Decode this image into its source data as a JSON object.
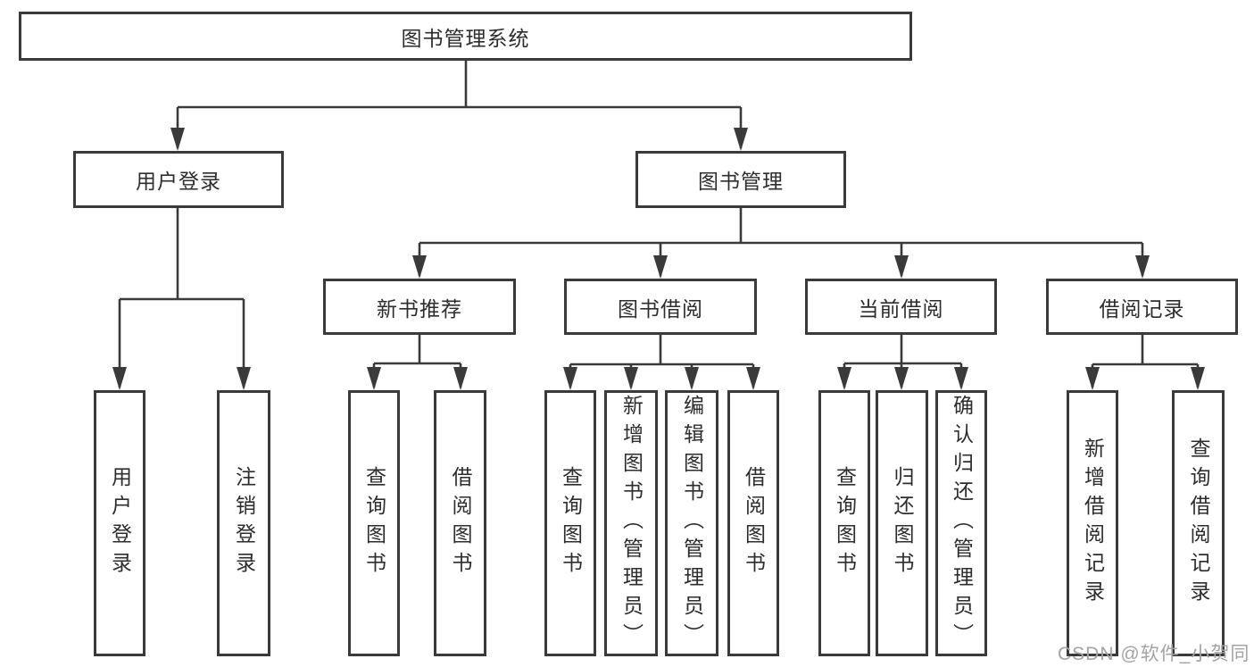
{
  "root": {
    "label": "图书管理系统"
  },
  "branches": [
    {
      "label": "用户登录",
      "children": [
        {
          "label": "用户登录"
        },
        {
          "label": "注销登录"
        }
      ]
    },
    {
      "label": "图书管理",
      "groups": [
        {
          "label": "新书推荐",
          "children": [
            {
              "label": "查询图书"
            },
            {
              "label": "借阅图书"
            }
          ]
        },
        {
          "label": "图书借阅",
          "children": [
            {
              "label": "查询图书"
            },
            {
              "label": "新增图书（管理员）"
            },
            {
              "label": "编辑图书（管理员）"
            },
            {
              "label": "借阅图书"
            }
          ]
        },
        {
          "label": "当前借阅",
          "children": [
            {
              "label": "查询图书"
            },
            {
              "label": "归还图书"
            },
            {
              "label": "确认归还（管理员）"
            }
          ]
        },
        {
          "label": "借阅记录",
          "children": [
            {
              "label": "新增借阅记录"
            },
            {
              "label": "查询借阅记录"
            }
          ]
        }
      ]
    }
  ],
  "watermark": "CSDN @软件_小贺同学",
  "colors": {
    "line": "#3a3a3a",
    "text": "#2d2d2d",
    "watermark": "#a3a3a3"
  }
}
